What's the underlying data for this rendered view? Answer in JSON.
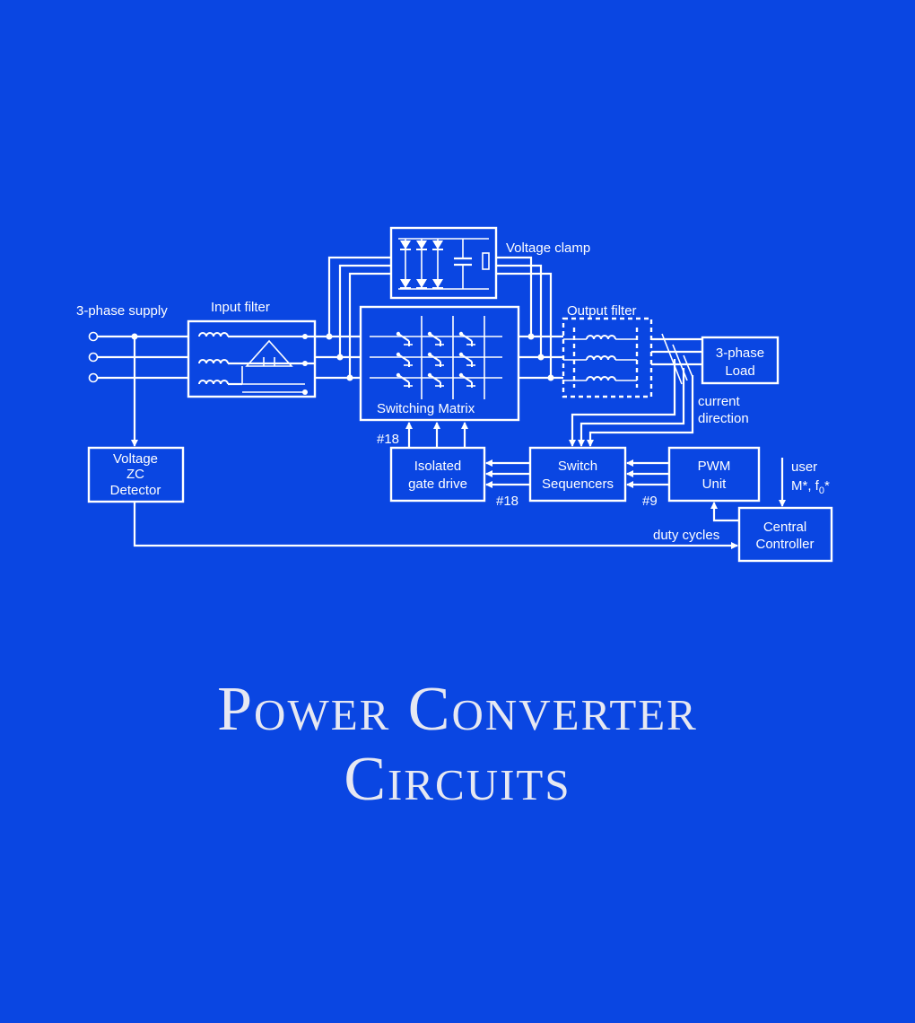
{
  "colors": {
    "background": "#0A46E2",
    "line": "#FFFFFF",
    "title": "#E6E8F2"
  },
  "diagram": {
    "supply_label": "3-phase supply",
    "input_filter_label": "Input filter",
    "voltage_clamp_label": "Voltage clamp",
    "output_filter_label": "Output filter",
    "switching_matrix_label": "Switching Matrix",
    "load_line1": "3-phase",
    "load_line2": "Load",
    "current_dir_line1": "current",
    "current_dir_line2": "direction",
    "zc_line1": "Voltage",
    "zc_line2": "ZC",
    "zc_line3": "Detector",
    "gate_line1": "Isolated",
    "gate_line2": "gate drive",
    "seq_line1": "Switch",
    "seq_line2": "Sequencers",
    "pwm_line1": "PWM",
    "pwm_line2": "Unit",
    "ctrl_line1": "Central",
    "ctrl_line2": "Controller",
    "user_label": "user",
    "user_params": "M*, f",
    "user_params_sub": "0",
    "user_params_tail": "*",
    "hash18_top": "#18",
    "hash18_bottom": "#18",
    "hash9": "#9",
    "duty_cycles_label": "duty cycles"
  },
  "title": {
    "line1": "Power Converter",
    "line2": "Circuits"
  }
}
